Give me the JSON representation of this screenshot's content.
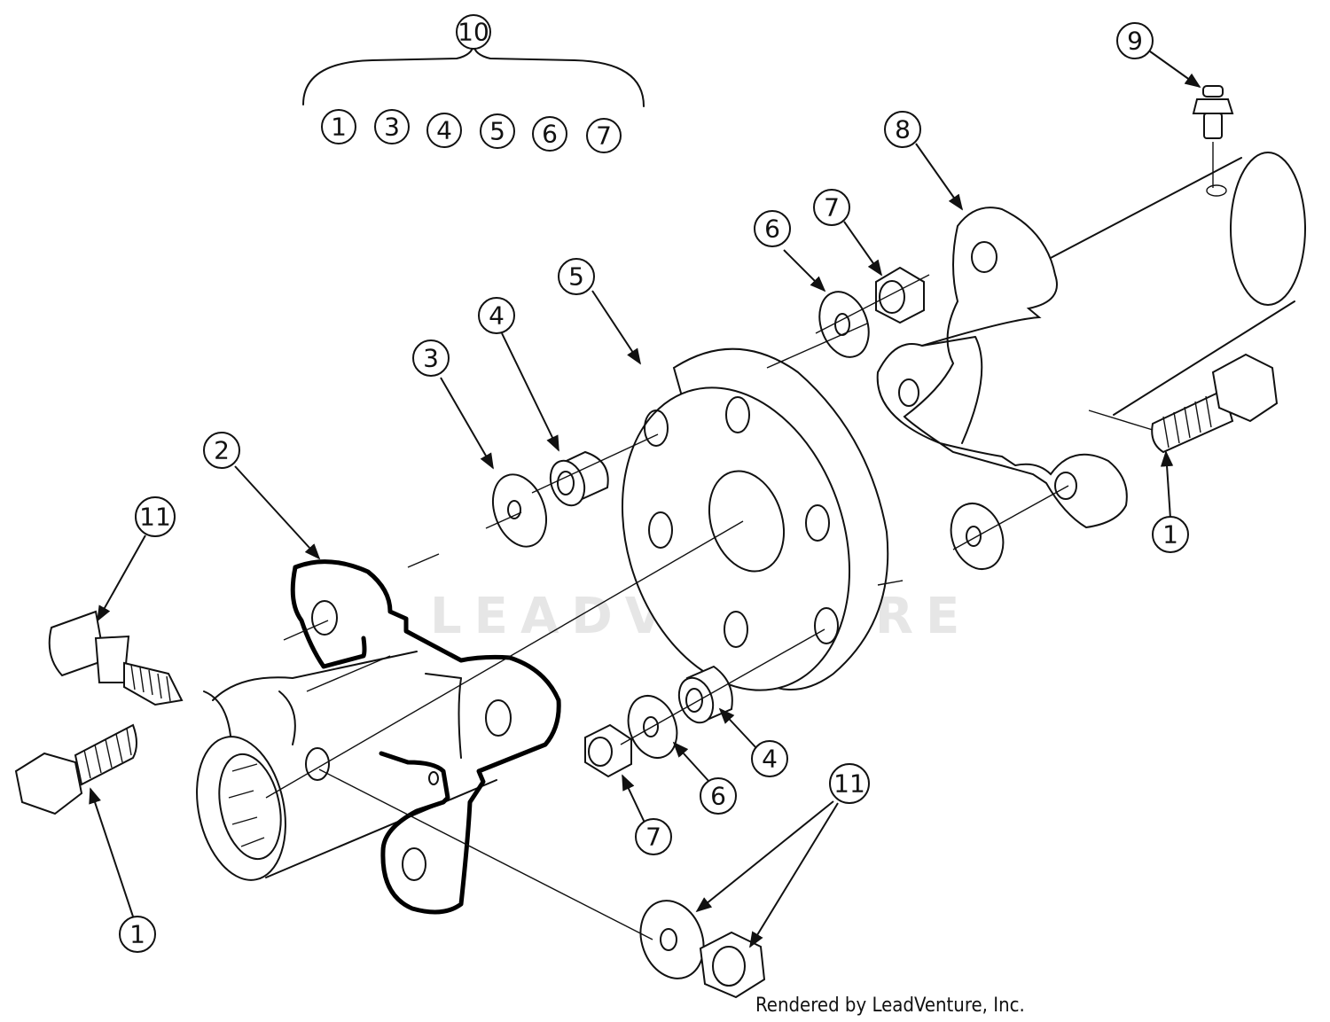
{
  "watermark": "LEADVENTURE",
  "credit": "Rendered by LeadVenture, Inc.",
  "kit": {
    "label": "10",
    "contents": [
      "1",
      "3",
      "4",
      "5",
      "6",
      "7"
    ]
  },
  "callouts": [
    {
      "id": "c2",
      "label": "2",
      "part": "hub-flange-2"
    },
    {
      "id": "c3",
      "label": "3",
      "part": "washer-3"
    },
    {
      "id": "c4a",
      "label": "4",
      "part": "spacer-4-upper"
    },
    {
      "id": "c4b",
      "label": "4",
      "part": "spacer-4-lower"
    },
    {
      "id": "c5",
      "label": "5",
      "part": "coupling-disc-5"
    },
    {
      "id": "c6a",
      "label": "6",
      "part": "washer-6-upper"
    },
    {
      "id": "c6b",
      "label": "6",
      "part": "washer-6-lower"
    },
    {
      "id": "c7a",
      "label": "7",
      "part": "nut-7-upper"
    },
    {
      "id": "c7b",
      "label": "7",
      "part": "nut-7-lower"
    },
    {
      "id": "c8",
      "label": "8",
      "part": "hub-flange-8"
    },
    {
      "id": "c9",
      "label": "9",
      "part": "grease-fitting-9"
    },
    {
      "id": "c1a",
      "label": "1",
      "part": "bolt-1-right"
    },
    {
      "id": "c1b",
      "label": "1",
      "part": "bolt-1-left"
    },
    {
      "id": "c11a",
      "label": "11",
      "part": "shoulder-bolt-11"
    },
    {
      "id": "c11b",
      "label": "11",
      "part": "washer-nut-11"
    }
  ]
}
